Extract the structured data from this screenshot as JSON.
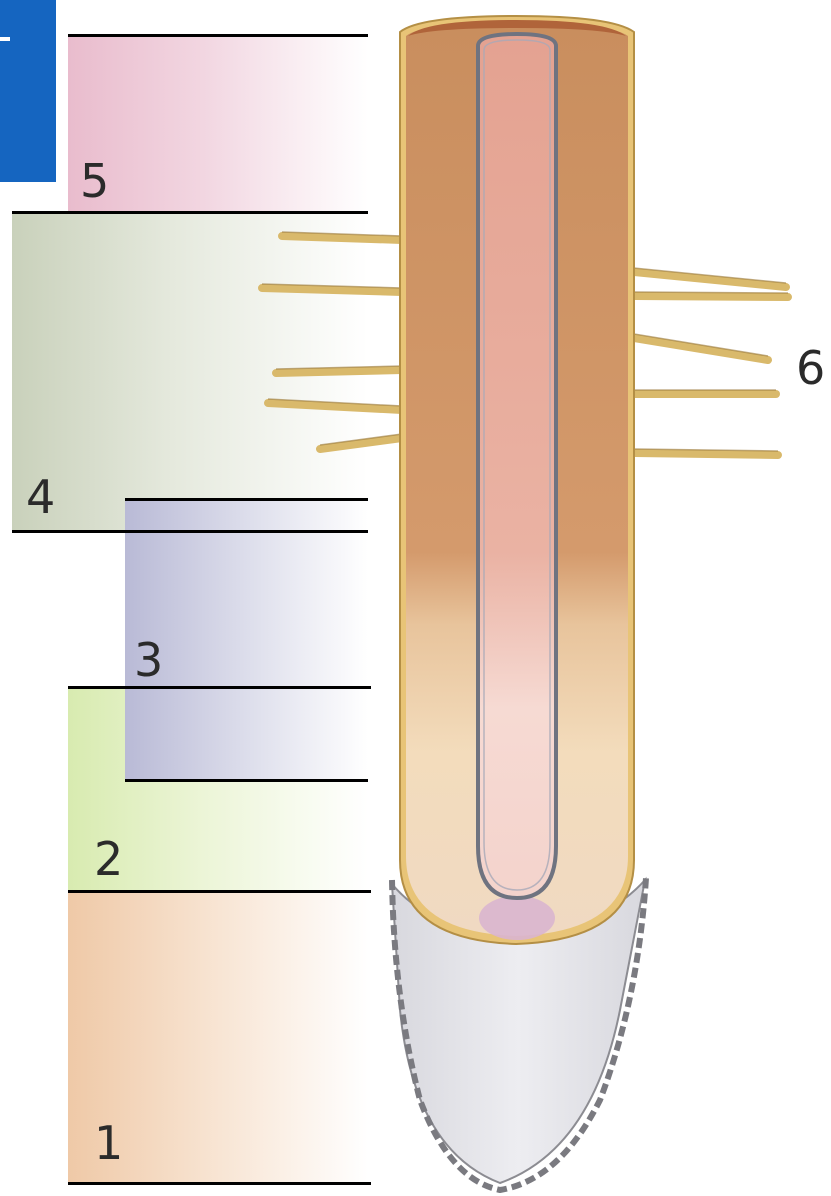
{
  "diagram": {
    "zone_labels": {
      "z1": "1",
      "z2": "2",
      "z3": "3",
      "z4": "4",
      "z5": "5",
      "hair": "6"
    }
  },
  "colors": {
    "zone1": "#f2d3b5",
    "zone2": "#e2efc2",
    "zone3": "#c7c9df",
    "zone4": "#d2d9c6",
    "zone5": "#eec8d6",
    "cortex": "#d39a6c",
    "stele": "#e7aa9c",
    "cap": "#e9e9ee",
    "epidermis_line": "#d9b86a",
    "corner_tab": "#1565c0"
  }
}
